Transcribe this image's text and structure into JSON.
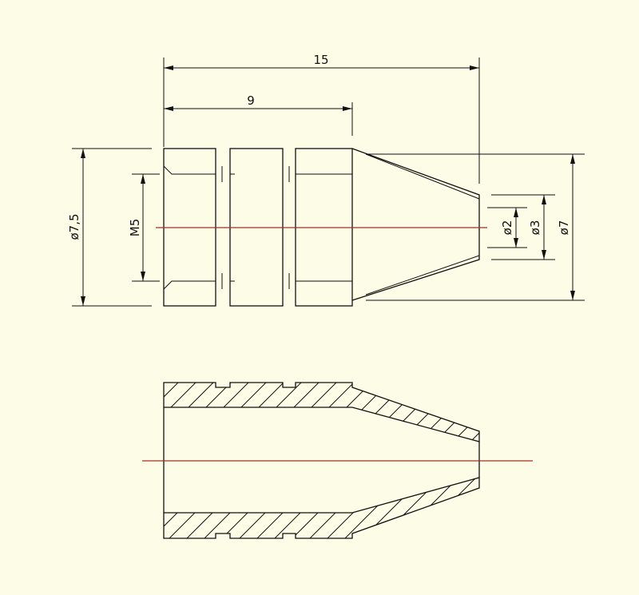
{
  "colors": {
    "background": "#fdfce6",
    "line": "#111111",
    "centerline": "#a0302a"
  },
  "dimensions": {
    "overall_length": "15",
    "thread_length": "9",
    "outer_diameter_body": "ø7,5",
    "thread_size": "M5",
    "tip_bore": "ø2",
    "tip_outer": "ø3",
    "cone_base_diameter": "ø7"
  }
}
